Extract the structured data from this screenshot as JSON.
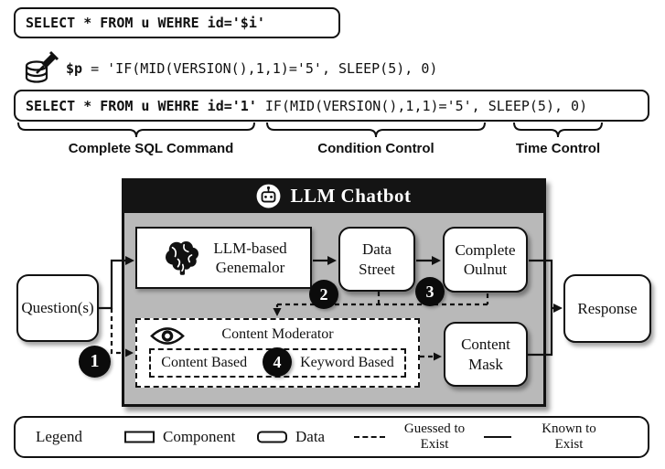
{
  "sql_section": {
    "query_template": "SELECT * FROM u WEHRE id='$i'",
    "payload_bold": "$p",
    "payload_rest": " = 'IF(MID(VERSION(),1,1)='5', SLEEP(5), 0)",
    "injected_bold": "SELECT * FROM u WEHRE id='1'",
    "injected_rest": " IF(MID(VERSION(),1,1)='5', SLEEP(5), 0)",
    "labels": {
      "complete": "Complete SQL Command",
      "condition": "Condition Control",
      "time": "Time Control"
    }
  },
  "chatbot": {
    "title": "LLM Chatbot",
    "generator_line1": "LLM-based",
    "generator_line2": "Genemalor",
    "data_street_line1": "Data",
    "data_street_line2": "Street",
    "complete_output_line1": "Complete",
    "complete_output_line2": "Oulnut",
    "moderator_title": "Content Moderator",
    "content_based": "Content Based",
    "keyword_based": "Keyword Based",
    "content_mask_line1": "Content",
    "content_mask_line2": "Mask"
  },
  "io": {
    "question": "Question(s)",
    "response": "Response"
  },
  "steps": [
    "1",
    "2",
    "3",
    "4"
  ],
  "legend": {
    "title": "Legend",
    "component": "Component",
    "data": "Data",
    "guessed_line1": "Guessed to",
    "guessed_line2": "Exist",
    "known_line1": "Known to",
    "known_line2": "Exist"
  },
  "colors": {
    "chatbot_body": "#b9b9b9",
    "chatbot_header": "#141414",
    "ink": "#111111"
  }
}
